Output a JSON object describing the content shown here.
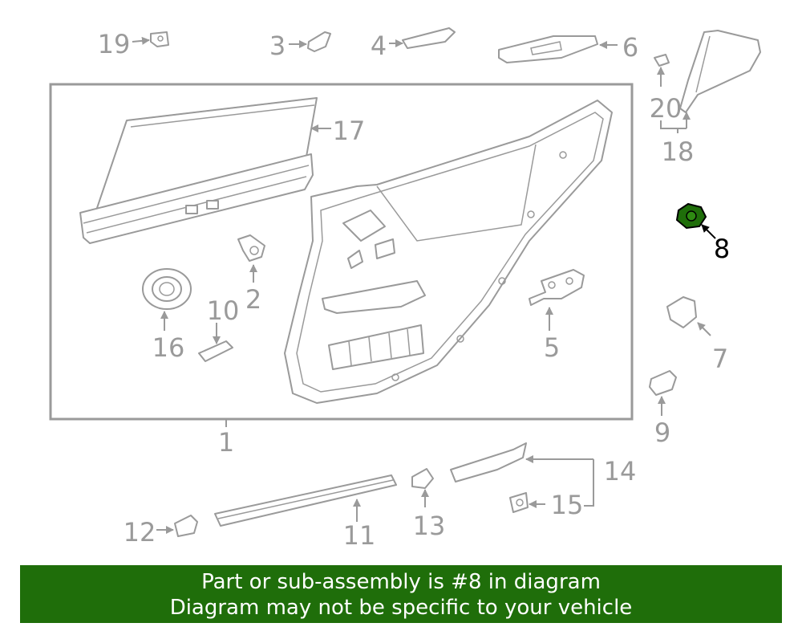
{
  "callouts": {
    "c1": "1",
    "c2": "2",
    "c3": "3",
    "c4": "4",
    "c5": "5",
    "c6": "6",
    "c7": "7",
    "c8": "8",
    "c9": "9",
    "c10": "10",
    "c11": "11",
    "c12": "12",
    "c13": "13",
    "c14": "14",
    "c15": "15",
    "c16": "16",
    "c17": "17",
    "c18": "18",
    "c19": "19",
    "c20": "20"
  },
  "highlight": {
    "part_number": "8",
    "color": "#1f6e0a"
  },
  "colors": {
    "line": "#9a9a9a",
    "highlight_fill": "#1f6e0a",
    "banner_bg": "#1f6e0a",
    "banner_text": "#ffffff"
  },
  "banner": {
    "line1": "Part or sub-assembly is #8 in diagram",
    "line2": "Diagram may not be specific to your vehicle"
  }
}
